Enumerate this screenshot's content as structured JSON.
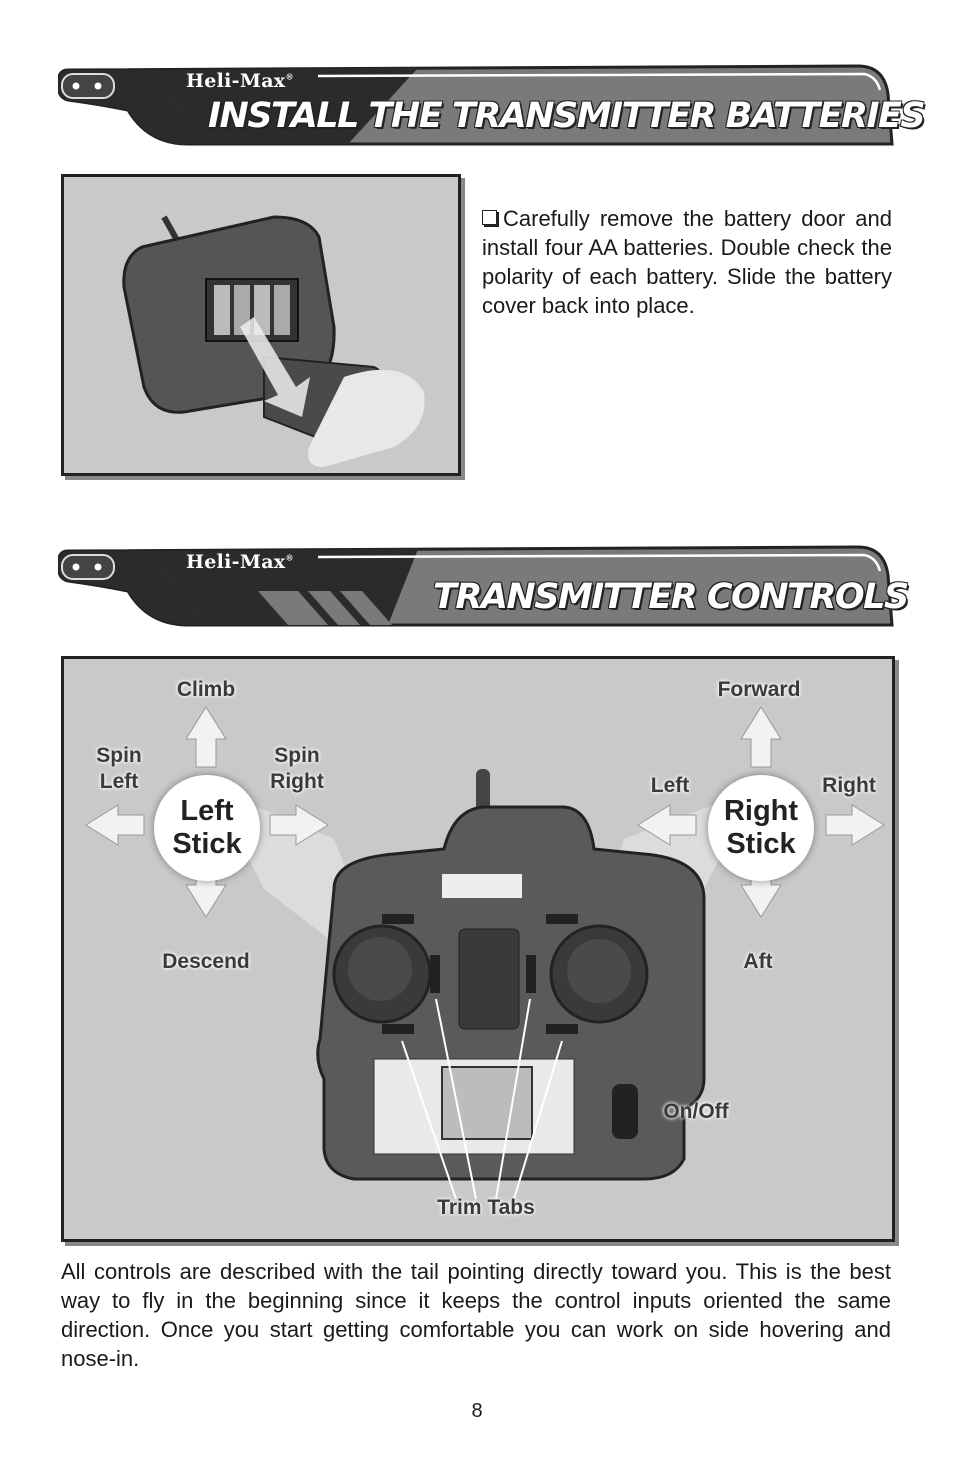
{
  "brand": {
    "name": "Heli-Max",
    "mark": "®"
  },
  "section1": {
    "title": "INSTALL THE TRANSMITTER BATTERIES",
    "instruction": "Carefully remove the battery door and install four AA batteries. Double check the polarity of each battery. Slide the battery cover back into place."
  },
  "section2": {
    "title": "TRANSMITTER CONTROLS",
    "diagram": {
      "left_stick": {
        "line1": "Left",
        "line2": "Stick",
        "up": "Climb",
        "down": "Descend",
        "left_line1": "Spin",
        "left_line2": "Left",
        "right_line1": "Spin",
        "right_line2": "Right"
      },
      "right_stick": {
        "line1": "Right",
        "line2": "Stick",
        "up": "Forward",
        "down": "Aft",
        "left": "Left",
        "right": "Right"
      },
      "on_off": "On/Off",
      "trim_tabs": "Trim Tabs"
    },
    "paragraph": "All controls are described with the tail pointing directly toward you. This is the best way to fly in the beginning since it keeps the control inputs oriented the same direction. Once you start getting comfortable you can work on side hovering and nose-in."
  },
  "page_number": "8",
  "colors": {
    "banner_dark": "#2b2b2b",
    "banner_mid": "#7a7a7a",
    "photo_bg": "#c9c9c9"
  }
}
